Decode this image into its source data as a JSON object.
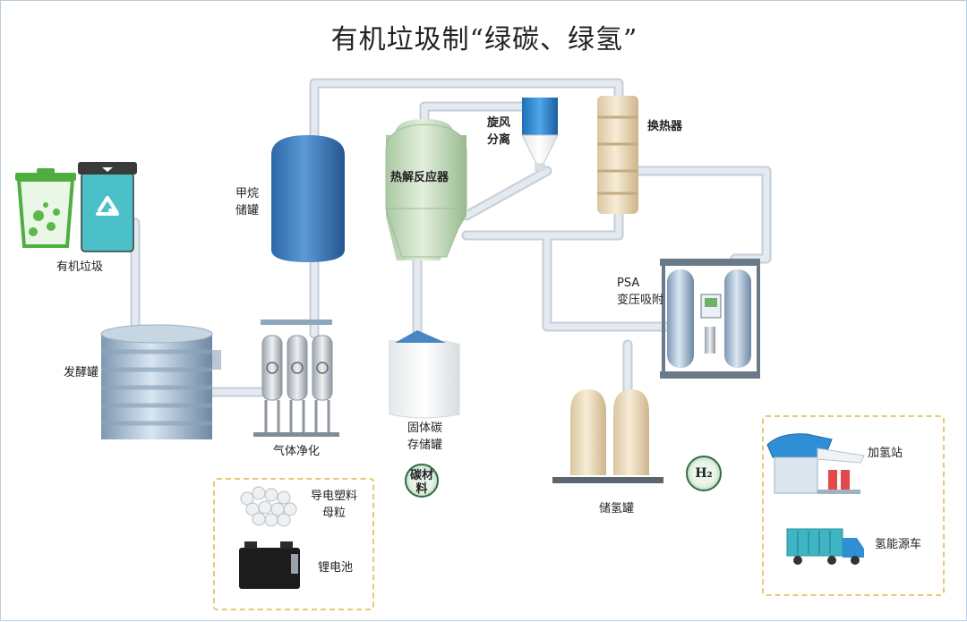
{
  "title": "有机垃圾制“绿碳、绿氢”",
  "labels": {
    "organic_waste": "有机垃圾",
    "fermentation_tank": "发酵罐",
    "methane_tank": "甲烷\n储罐",
    "gas_purification": "气体净化",
    "pyrolysis_reactor": "热解反应器",
    "cyclone_separator": "旋风\n分离",
    "heat_exchanger": "换热器",
    "psa": "PSA\n变压吸附",
    "solid_carbon_tank": "固体碳\n存储罐",
    "carbon_material": "碳材\n料",
    "hydrogen_tank": "储氢罐",
    "h2": "H₂",
    "conductive_plastic": "导电塑料\n母粒",
    "lithium_battery": "锂电池",
    "hydrogen_station": "加氢站",
    "hydrogen_truck": "氢能源车"
  },
  "colors": {
    "pipe": "#dce3ea",
    "pipe_edge": "#c4ced8",
    "tank_blue": "#3f7fbf",
    "reactor_green": "#c9dfc3",
    "dashed_box": "#e7c878",
    "accent_circle": "#2f6b3f"
  }
}
